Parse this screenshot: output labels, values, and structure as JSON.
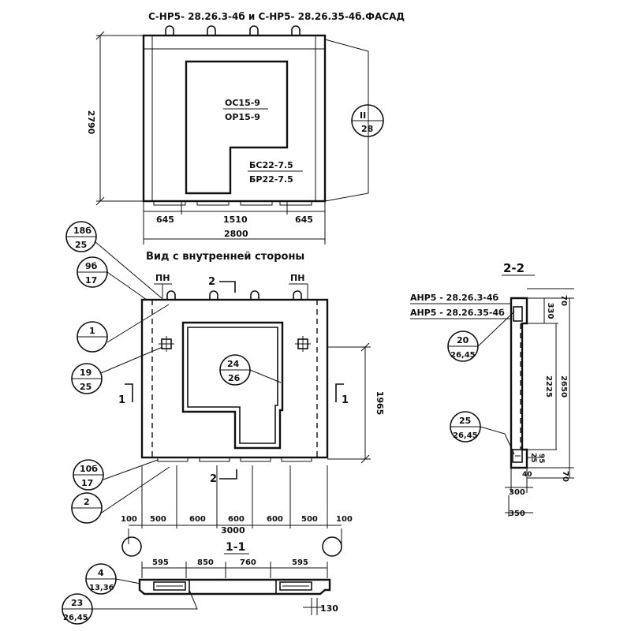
{
  "titles": {
    "facade": "С-НР5- 28.26.3-4б и С-НР5- 28.26.35-4б.ФАСАД",
    "inner_view": "Вид с внутренней стороны",
    "section_2_2": "2-2",
    "section_1_1": "1-1"
  },
  "facade": {
    "openings": {
      "window_1": "ОС15-9",
      "window_2": "ОР15-9",
      "door_1": "БС22-7.5",
      "door_2": "БР22-7.5"
    },
    "dims": {
      "height": "2790",
      "seg_left": "645",
      "seg_mid": "1510",
      "seg_right": "645",
      "total": "2800"
    },
    "callout_top": "II",
    "callout_bottom": "28"
  },
  "inner": {
    "pn_left": "ПН",
    "pn_right": "ПН",
    "cut_2_top": "2",
    "cut_2_bottom": "2",
    "cut_1_left": "1",
    "cut_1_right": "1",
    "dim_height": "1965",
    "dims_bottom": [
      "100",
      "500",
      "600",
      "600",
      "600",
      "500",
      "100"
    ],
    "total": "3000"
  },
  "callouts": [
    {
      "top": "18б",
      "bottom": "25"
    },
    {
      "top": "9б",
      "bottom": "17"
    },
    {
      "top": "1",
      "bottom": ""
    },
    {
      "top": "19",
      "bottom": "25"
    },
    {
      "top": "24",
      "bottom": "26"
    },
    {
      "top": "10б",
      "bottom": "17"
    },
    {
      "top": "2",
      "bottom": ""
    },
    {
      "top": "4",
      "bottom": "13,36"
    },
    {
      "top": "23",
      "bottom": "26,45"
    },
    {
      "top": "20",
      "bottom": "26,45"
    },
    {
      "top": "25",
      "bottom": "26,45"
    }
  ],
  "section_1_1": {
    "dims": [
      "595",
      "850",
      "760",
      "595"
    ],
    "thickness": "130"
  },
  "section_2_2": {
    "label_1": "АНР5 - 28.26.3-4б",
    "label_2": "АНР5 - 28.26.35-4б",
    "dim_top": "70",
    "dim_330": "330",
    "dim_2225": "2225",
    "dim_2650": "2650",
    "dim_25": "25",
    "dim_95": "95",
    "dim_40": "40",
    "dim_bottom": "70",
    "width_300": "300",
    "width_350": "350"
  }
}
